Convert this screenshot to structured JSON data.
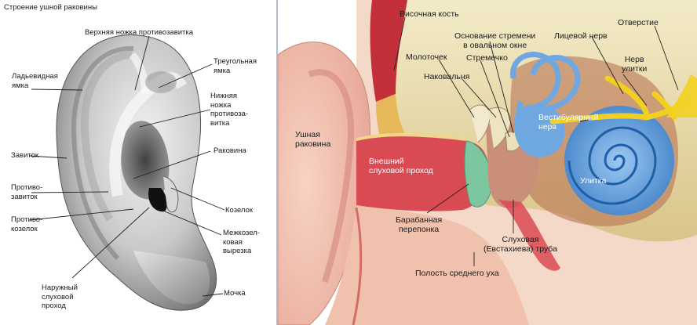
{
  "left_panel": {
    "title": "Строение ушной раковины",
    "labels": {
      "upper_antihelix_crus": "Верхняя ножка противозавитка",
      "triangular_fossa": [
        "Треугольная",
        "ямка"
      ],
      "scaphoid_fossa": [
        "Ладьевидная",
        "ямка"
      ],
      "lower_antihelix_crus": [
        "Нижняя",
        "ножка",
        "противоза-",
        "витка"
      ],
      "helix": "Завиток",
      "concha": "Раковина",
      "antihelix": [
        "Противо-",
        "завиток"
      ],
      "tragus": "Козелок",
      "antitragus": [
        "Противо-",
        "козелок"
      ],
      "intertragic_notch": [
        "Межкозел-",
        "ковая",
        "вырезка"
      ],
      "external_meatus": [
        "Наружный",
        "слуховой",
        "проход"
      ],
      "lobule": "Мочка"
    }
  },
  "right_panel": {
    "labels": {
      "temporal_bone": "Височная кость",
      "stapes_base": [
        "Основание стремени",
        "в овальном окне"
      ],
      "opening": "Отверстие",
      "facial_nerve": "Лицевой нерв",
      "cochlear_nerve": [
        "Нерв",
        "улитки"
      ],
      "malleus": "Молоточек",
      "stapes": "Стремечко",
      "incus": "Наковальня",
      "vestibular_nerve": [
        "Вестибулярный",
        "нерв"
      ],
      "auricle": [
        "Ушная",
        "раковина"
      ],
      "external_canal": [
        "Внешний",
        "слуховой проход"
      ],
      "cochlea": "Улитка",
      "eardrum": [
        "Барабанная",
        "перепонка"
      ],
      "eustachian_tube": [
        "Слуховая",
        "(Евстахиева) труба"
      ],
      "middle_ear_cavity": "Полость среднего уха"
    }
  },
  "colors": {
    "skin": "#f3c4b2",
    "skin_dark": "#d98f86",
    "canal": "#d94a52",
    "bone": "#efe3b6",
    "cochlea": "#6fa8e0",
    "nerve": "#f2d020",
    "eardrum": "#7cc7a0",
    "divider": "#b6bcc9"
  }
}
